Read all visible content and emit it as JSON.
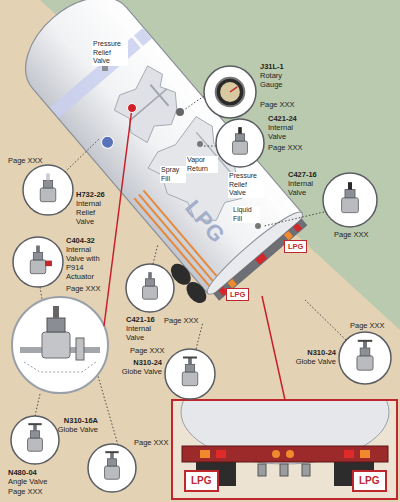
{
  "diagram": {
    "nodes": [
      {
        "text": [
          "J31L-1",
          "Rotary Gauge",
          "Page XXX"
        ]
      },
      {
        "text": [
          "C421-24",
          "Internal Valve",
          "Page XXX"
        ]
      },
      {
        "text": [
          "H732-26",
          "Internal Relief Valve",
          "Page XXX"
        ]
      },
      {
        "text": [
          "C427-16",
          "Internal Valve",
          "Page XXX"
        ]
      },
      {
        "text": [
          "C404-32",
          "Internal Valve with P914 Actuator",
          "Page XXX"
        ]
      },
      {
        "text": [
          "C421-16",
          "Internal Valve",
          "Page XXX"
        ]
      },
      {
        "text": [
          "N310-24",
          "Globe Valve",
          "Page XXX"
        ]
      },
      {
        "text": [
          "N310-24",
          "Globe Valve",
          "Page XXX"
        ]
      },
      {
        "text": [
          "N480-04",
          "Angle Valve",
          "Page XXX"
        ]
      },
      {
        "text": [
          "N310-16A",
          "Globe Valve",
          "Page XXX"
        ]
      }
    ],
    "labels": [
      "Pressure Relief Valve",
      "Spray Fill",
      "Vapor Return",
      "Pressure Relief Valve",
      "Liquid Fill",
      "LPG",
      "LPG",
      "LPG",
      "LPG",
      "LPG"
    ]
  }
}
